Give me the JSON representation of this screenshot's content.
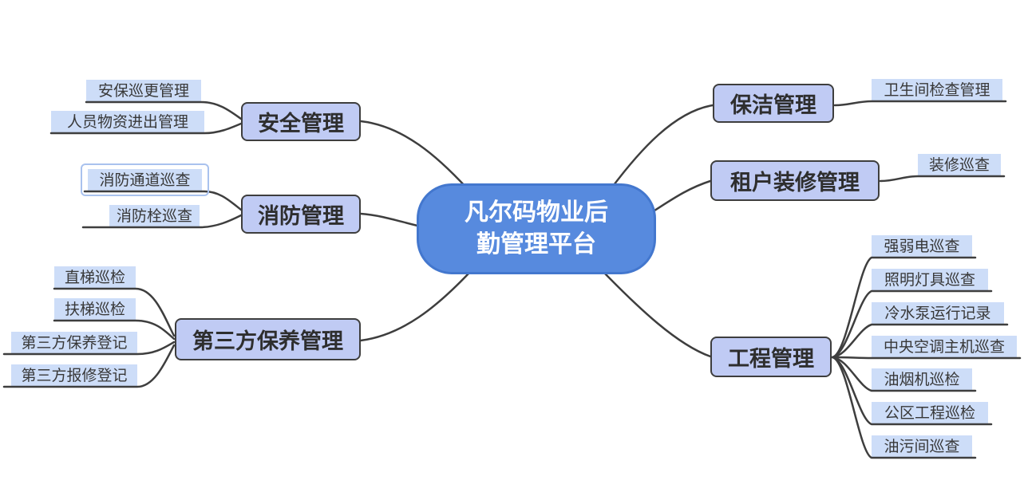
{
  "root": {
    "label": "凡尔码物业后勤管理平台",
    "line1": "凡尔码物业后",
    "line2": "勤管理平台"
  },
  "branches": [
    {
      "label": "安全管理",
      "side": "left",
      "children": [
        "安保巡更管理",
        "人员物资进出管理"
      ]
    },
    {
      "label": "消防管理",
      "side": "left",
      "children": [
        "消防通道巡查",
        "消防栓巡查"
      ]
    },
    {
      "label": "第三方保养管理",
      "side": "left",
      "children": [
        "直梯巡检",
        "扶梯巡检",
        "第三方保养登记",
        "第三方报修登记"
      ]
    },
    {
      "label": "保洁管理",
      "side": "right",
      "children": [
        "卫生间检查管理"
      ]
    },
    {
      "label": "租户装修管理",
      "side": "right",
      "children": [
        "装修巡查"
      ]
    },
    {
      "label": "工程管理",
      "side": "right",
      "children": [
        "强弱电巡查",
        "照明灯具巡查",
        "冷水泵运行记录",
        "中央空调主机巡查",
        "油烟机巡检",
        "公区工程巡检",
        "油污间巡查"
      ]
    }
  ],
  "selection": {
    "selected_topic": "消防通道巡查"
  },
  "colors": {
    "root_fill": "#578ade",
    "root_border": "#4377ce",
    "root_text": "#ffffff",
    "branch_fill": "#c0cbf4",
    "branch_border": "#3e3e3e",
    "child_fill": "#cdddf8",
    "connector": "#3e3e3e",
    "selection_outline": "#a9c2ee",
    "text": "#2e2e2e",
    "background": "#ffffff"
  }
}
